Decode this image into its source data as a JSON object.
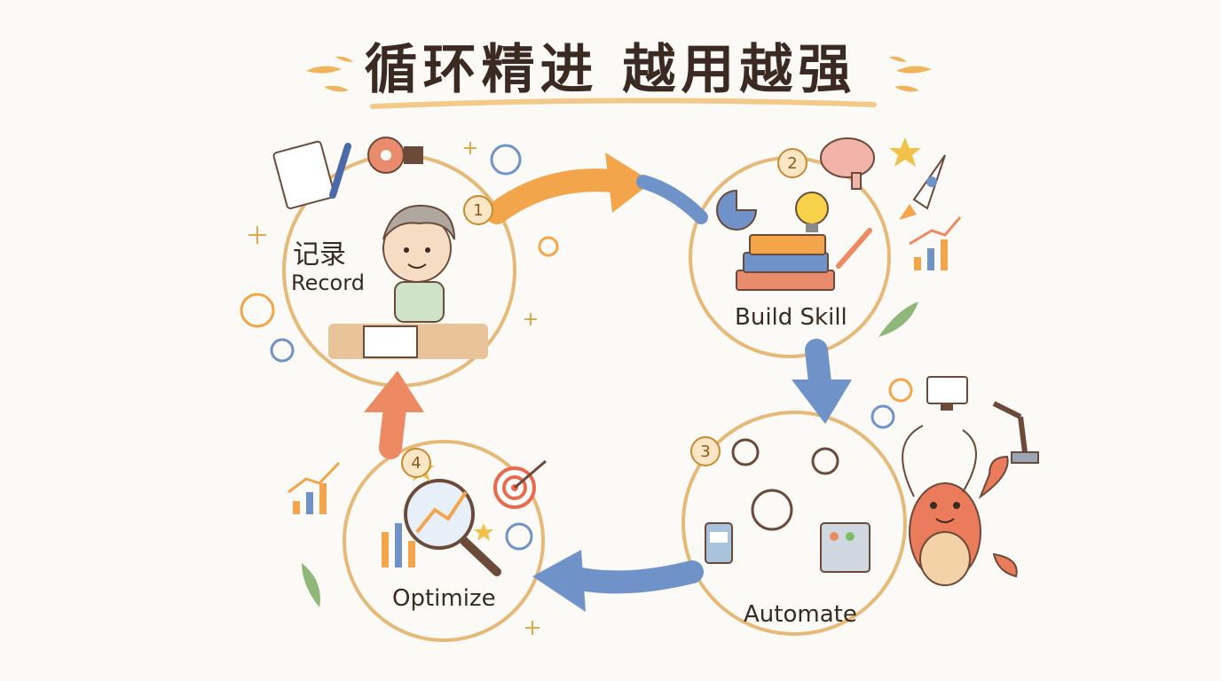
{
  "title": "循环精进 越用越强",
  "steps": [
    {
      "number": "1",
      "label_cn": "记录",
      "label_en": "Record"
    },
    {
      "number": "2",
      "label_en": "Build Skill"
    },
    {
      "number": "3",
      "label_en": "Automate"
    },
    {
      "number": "4",
      "label_en": "Optimize"
    }
  ],
  "colors": {
    "circle_border": "#e6b978",
    "arrow_orange": "#f2a54a",
    "arrow_blue": "#6f93c9",
    "arrow_red": "#ee8a63",
    "title_underline": "#f3c98a"
  }
}
